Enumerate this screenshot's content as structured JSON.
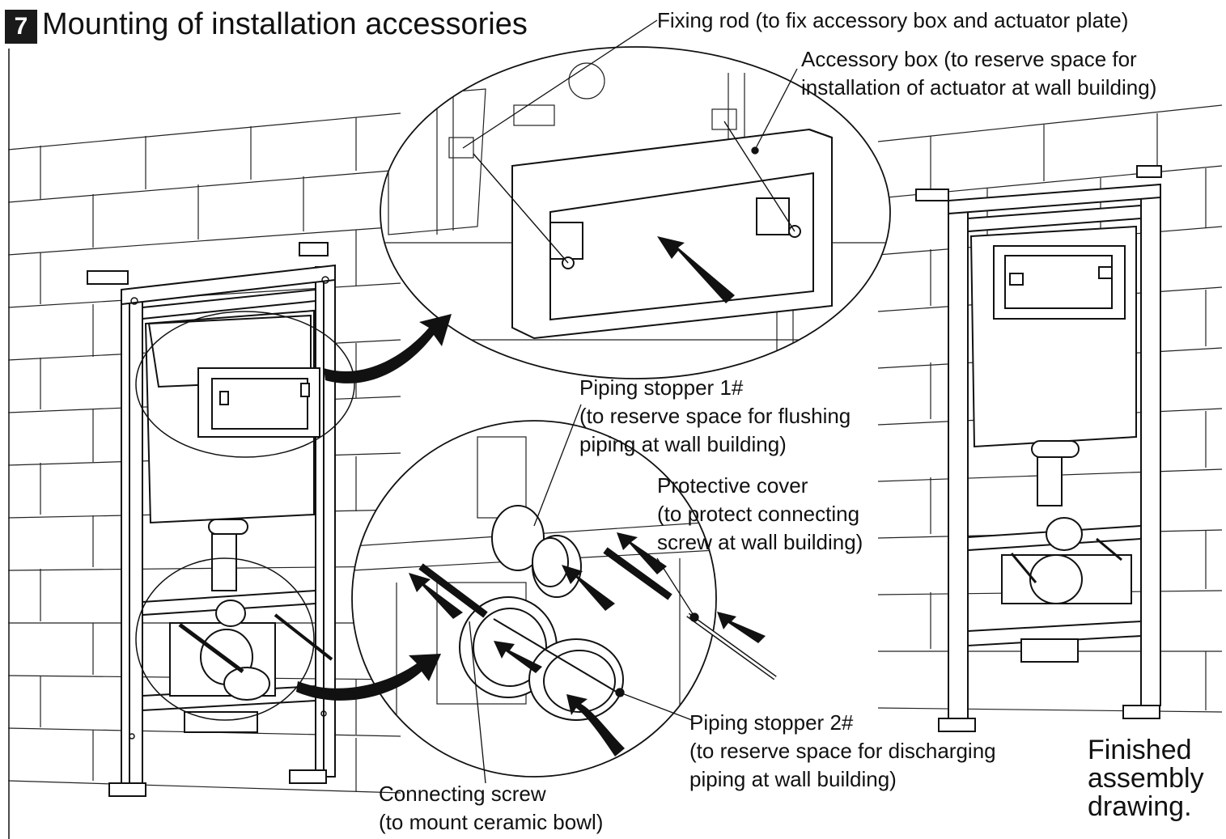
{
  "header": {
    "step_number": "7",
    "title": "Mounting of installation accessories"
  },
  "labels": {
    "fixing_rod": "Fixing rod (to fix accessory box and actuator plate)",
    "accessory_box": {
      "line1": "Accessory box (to reserve space for",
      "line2": "installation of actuator at wall building)"
    },
    "piping_stopper_1": {
      "line1": "Piping stopper 1#",
      "line2": "(to reserve space for flushing",
      "line3": "piping at wall building)"
    },
    "protective_cover": {
      "line1": "Protective cover",
      "line2": "(to protect connecting",
      "line3": "screw at wall building)"
    },
    "piping_stopper_2": {
      "line1": "Piping stopper 2#",
      "line2": "(to reserve space for discharging",
      "line3": "piping at wall building)"
    },
    "connecting_screw": {
      "line1": "Connecting screw",
      "line2": "(to mount ceramic bowl)"
    },
    "finished_assembly": {
      "line1": "Finished",
      "line2": "assembly",
      "line3": "drawing."
    }
  },
  "colors": {
    "ink": "#111111",
    "badge_background": "#1a1a1a",
    "badge_text": "#ffffff",
    "background": "#ffffff"
  },
  "icons": [
    "install-frame",
    "accessory-box",
    "piping-stopper",
    "connecting-screw",
    "protective-cover",
    "action-arrow",
    "brick-wall"
  ]
}
